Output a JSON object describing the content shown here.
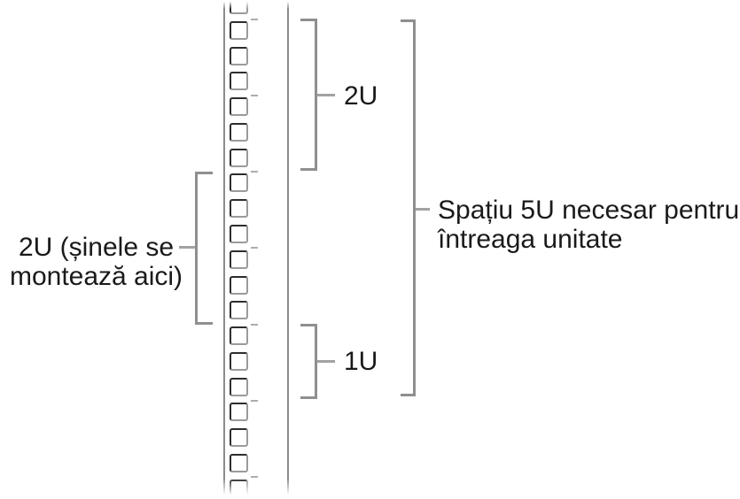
{
  "diagram": {
    "rail": {
      "hole_count": 20,
      "unit_tick_count": 7,
      "holes_per_unit": 3
    },
    "labels": {
      "rails_mount": {
        "line1": "2U (șinele se",
        "line2": "montează aici)"
      },
      "top_unit": "2U",
      "bottom_unit": "1U",
      "total_space": {
        "line1": "Spațiu 5U necesar pentru",
        "line2": "întreaga unitate"
      }
    },
    "colors": {
      "background": "#ffffff",
      "text": "#1a1a1a",
      "bracket": "#8f8f8f",
      "leader": "#a2a2a2",
      "rail_line": "#8c8c8c",
      "hole_dark": "#2d2d2d",
      "hole_light": "#9b9b9b",
      "unit_tick": "#adadad"
    }
  }
}
